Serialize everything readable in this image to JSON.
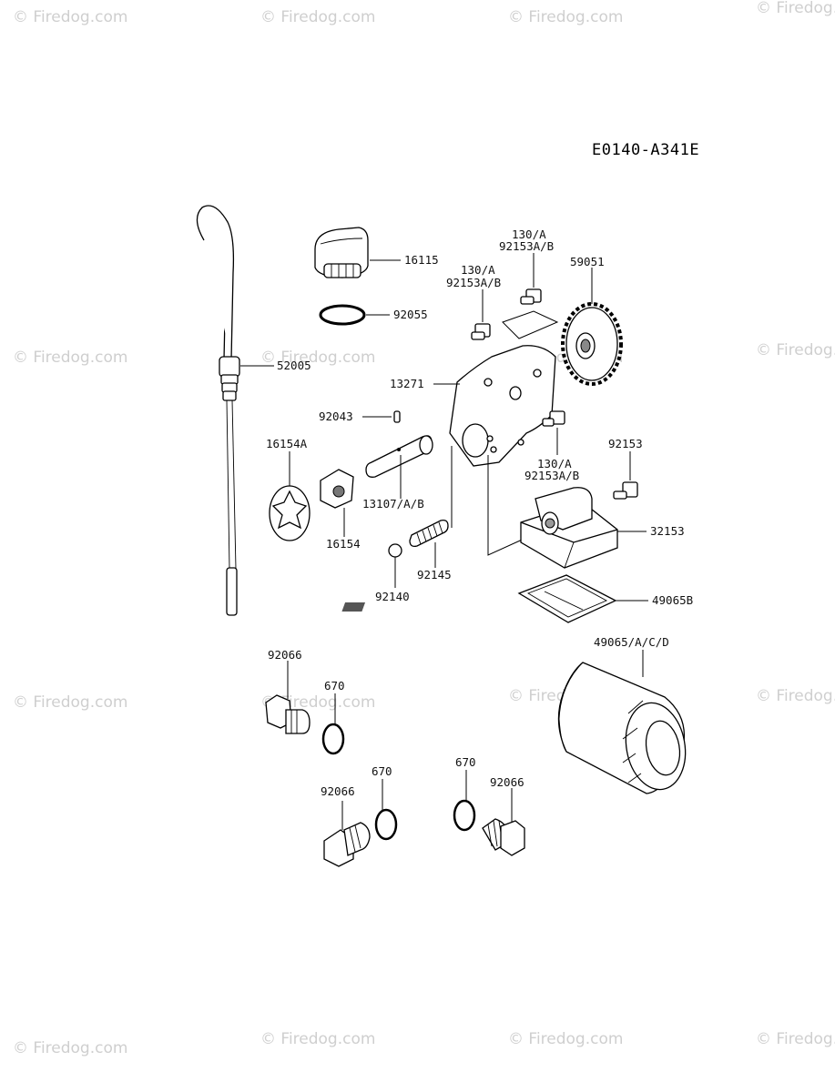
{
  "diagram_code": "E0140-A341E",
  "watermark": "© Firedog.com",
  "callouts": {
    "dipstick": "52005",
    "oil_filler_cap": "16115",
    "cap_o_ring": "92055",
    "bolt_left_1": "130/A",
    "bolt_left_2": "92153A/B",
    "bolt_top_1": "130/A",
    "bolt_top_2": "92153A/B",
    "gear": "59051",
    "pump_cover": "13271",
    "pin": "92043",
    "outer_rotor": "16154A",
    "inner_rotor": "16154",
    "shaft": "13107/A/B",
    "bolt_lower_1": "130/A",
    "bolt_lower_2": "92153A/B",
    "bolt_right": "92153",
    "spring": "92145",
    "ball": "92140",
    "strainer": "32153",
    "screen": "49065B",
    "oil_filter": "49065/A/C/D",
    "drain_plug_1": "92066",
    "gasket_1": "670",
    "drain_plug_2": "92066",
    "gasket_2": "670",
    "gasket_3": "670",
    "drain_plug_3": "92066"
  }
}
